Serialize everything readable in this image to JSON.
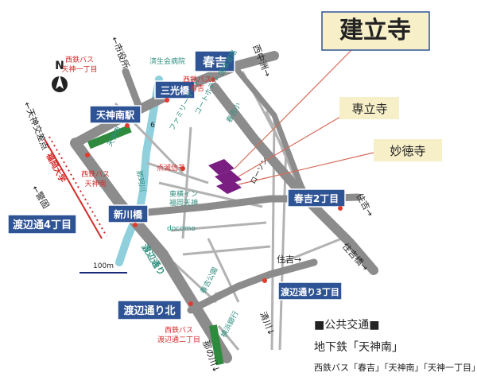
{
  "colors": {
    "road": "#9a9a9a",
    "road_major": "#8c8c8c",
    "label_box": "#2f5496",
    "label_box_border": "#ffffff",
    "temple": "#7a1e82",
    "river": "#8fd0dc",
    "teal_text": "#2f8f7f",
    "red_text": "#d42a2a",
    "callout_line": "#d86b5a",
    "callout_box": "#f6efc8"
  },
  "north_label": "N",
  "temples": {
    "main": "建立寺",
    "sub1": "専立寺",
    "sub2": "妙徳寺"
  },
  "intersections": {
    "kasuga": "春吉",
    "sanko_bashi": "三光橋",
    "tenjin_minami_eki": "天神南駅",
    "shinkawa_bashi": "新川橋",
    "watanabe4": "渡辺通4丁目",
    "kasuga2": "春吉2丁目",
    "watanabe3": "渡辺通り3丁目",
    "watanabe_kita": "渡辺通り北"
  },
  "direction_labels": {
    "shiyakusho": "←市役所",
    "nishinakasu": "西中洲→",
    "tenjin_kousaten": "←天神交差点",
    "keigo": "←警固",
    "sumiyoshi1": "住吉→",
    "sumiyoshi2": "住吉→",
    "sumiyoshi_bashi": "住吉橋→",
    "kiyokawa": "清川↓",
    "nakagawa": "那の川↓"
  },
  "bus_stop_labels": {
    "tenjin1": "西鉄バス\n天神一丁目",
    "kasuga": "西鉄バス\n春吉",
    "tenjin_minami": "西鉄バス\n天神南",
    "watanabe2": "西鉄バス\n渡辺通二丁目"
  },
  "landmarks": {
    "kaikan": "済生会病院",
    "kokutai": "国体道路",
    "court_hotel": "コートホテル",
    "family_mart": "ファミリーマート",
    "kasuga_school": "春吉小",
    "tenten": "点滅信号",
    "toyoko": "東横イン\n福岡天神",
    "docomo": "docomo",
    "kaigi": "福岡天神",
    "watanabe_dori": "渡辺通り",
    "kasuga_park": "春吉公園",
    "shinkawa": "那珂川",
    "ichiba": "ローソン",
    "station_label": "天神南",
    "watanabe_kosaten": "福岡大学",
    "yokohama": "横浜銀行",
    "ichigo": "6"
  },
  "scale_label": "100m",
  "transport": {
    "title": "■公共交通■",
    "line1": "地下鉄「天神南」",
    "line2": "西鉄バス「春吉」「天神南」「天神一丁目」"
  }
}
